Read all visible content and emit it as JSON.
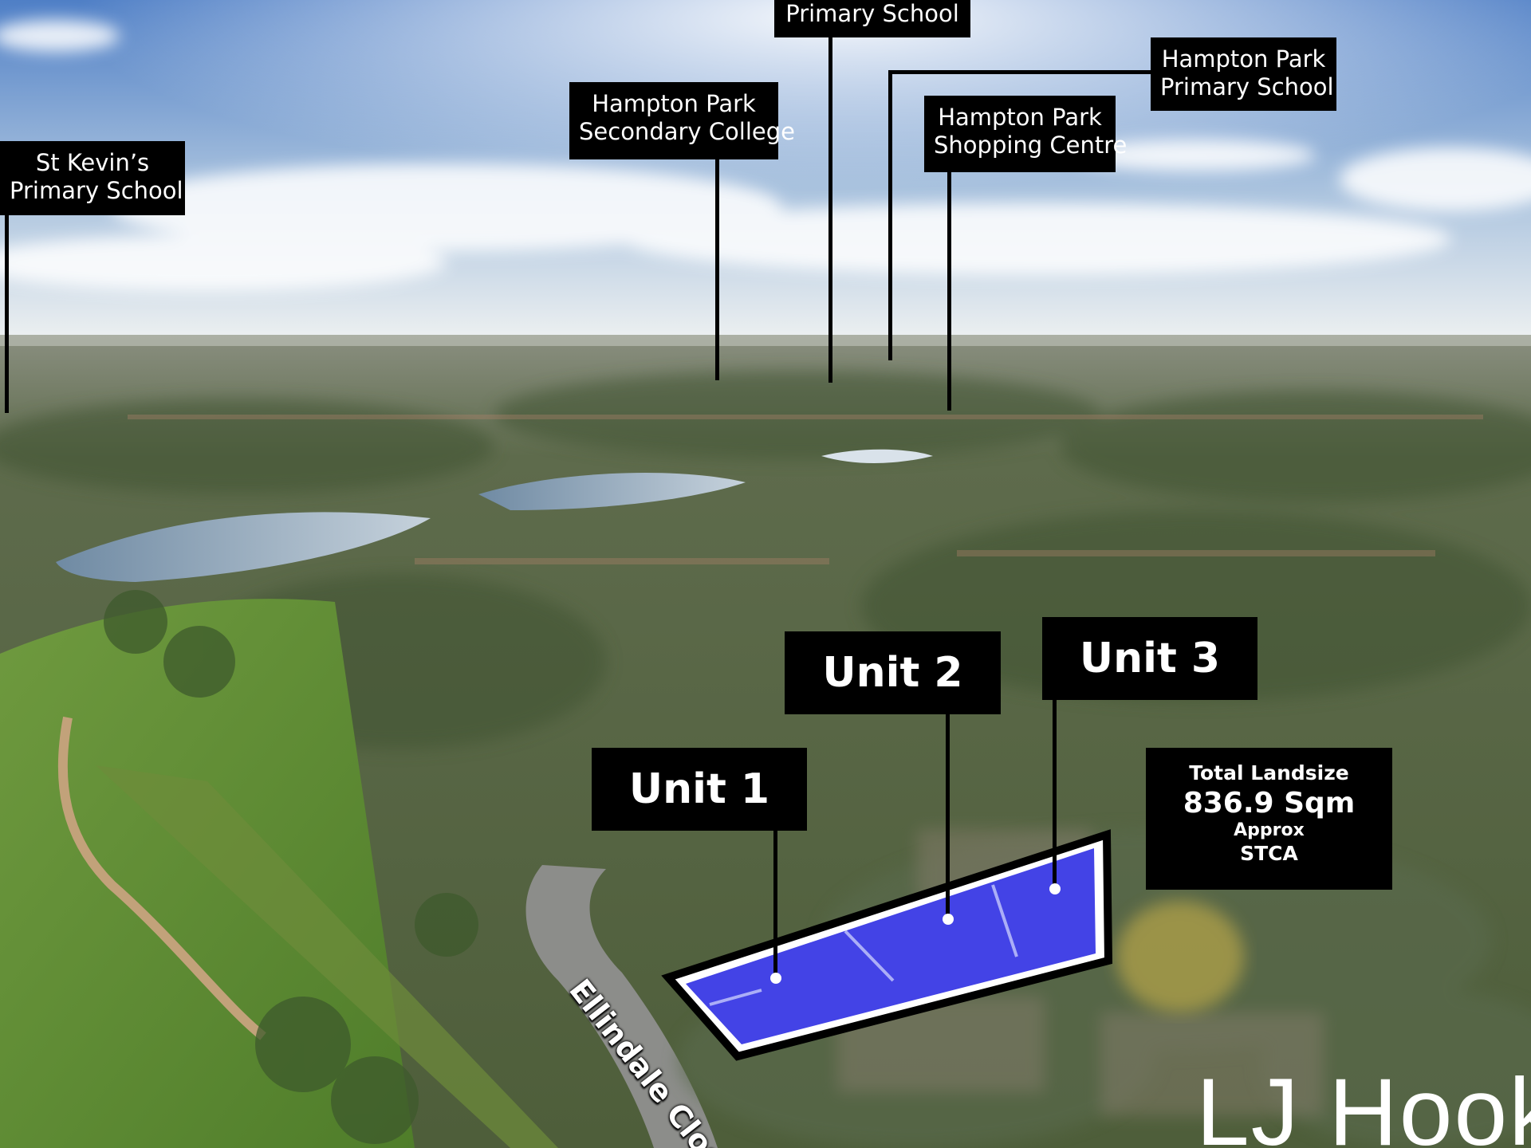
{
  "photo": {
    "description_colors": {
      "sky_top": "#5f8ccf",
      "sky_horizon": "#e9eef2",
      "suburb": "#5c6e44",
      "grass": "#5f8a35",
      "water": "#9fb2c4",
      "lot_fill": "#2f2fe0"
    }
  },
  "callouts": [
    {
      "id": "st-kevins",
      "lines": [
        "St Kevin’s",
        "Primary School"
      ]
    },
    {
      "id": "hp-secondary",
      "lines": [
        "Hampton Park",
        "Secondary College"
      ]
    },
    {
      "id": "primary-top",
      "lines": [
        "Primary School"
      ]
    },
    {
      "id": "hp-primary",
      "lines": [
        "Hampton Park",
        "Primary School"
      ]
    },
    {
      "id": "hp-shopping",
      "lines": [
        "Hampton Park",
        "Shopping Centre"
      ]
    }
  ],
  "units": [
    {
      "id": "unit-1",
      "label": "Unit 1"
    },
    {
      "id": "unit-2",
      "label": "Unit 2"
    },
    {
      "id": "unit-3",
      "label": "Unit 3"
    }
  ],
  "landsize": {
    "title": "Total Landsize",
    "area": "836.9 Sqm",
    "approx": "Approx",
    "stca": "STCA"
  },
  "street": "Ellindale Clos",
  "agency": "LJ Hooke"
}
